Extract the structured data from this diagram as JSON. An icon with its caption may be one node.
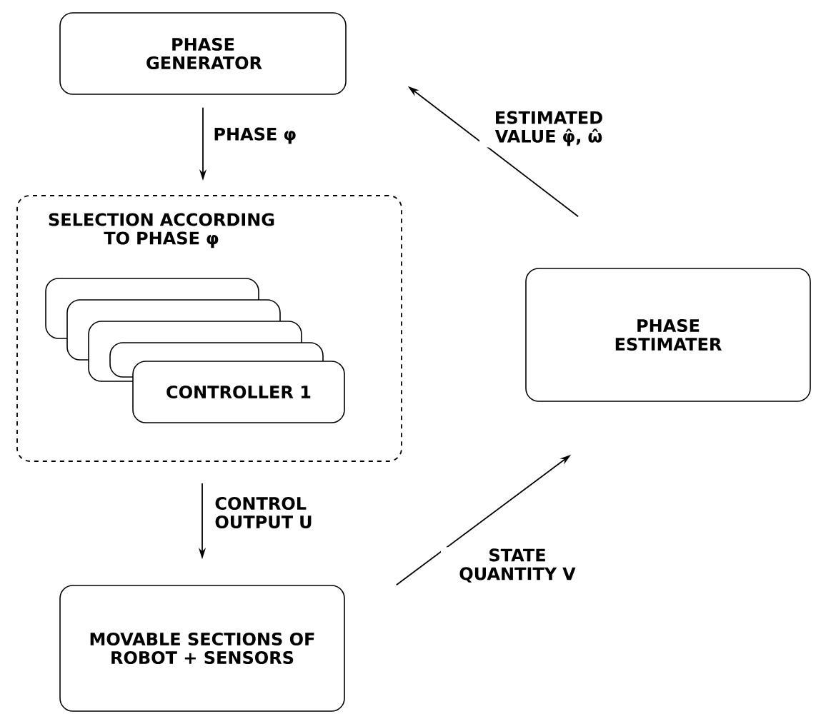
{
  "diagram": {
    "nodes": [
      {
        "text": [
          "PHASE GENERATOR"
        ]
      },
      {
        "text": [
          "SELECTION ACCORDING TO PHASE φ"
        ]
      },
      {
        "text": [],
        "shape": "box",
        "in": 1
      },
      {
        "text": [],
        "shape": "box",
        "in": 1
      },
      {
        "text": [],
        "shape": "box",
        "in": 1
      },
      {
        "text": [],
        "shape": "box",
        "in": 1
      },
      {
        "text": [
          "CONTROLLER 1"
        ],
        "in": 1
      },
      {
        "text": [
          "PHASE ESTIMATER"
        ]
      },
      {
        "text": [
          "MOVABLE SECTIONS OF ROBOT + SENSORS"
        ]
      }
    ],
    "edges": [
      {
        "from": 0,
        "to": 1,
        "arrow": "to",
        "label": "PHASE φ"
      },
      {
        "from": 1,
        "to": 8,
        "arrow": "to",
        "label": "CONTROL OUTPUT U"
      },
      {
        "from": 8,
        "to": 7,
        "arrow": "to",
        "label": "STATE QUANTITY V"
      },
      {
        "from": 7,
        "to": 0,
        "arrow": "to",
        "label": "ESTIMATED VALUE φ̂, ω̂"
      }
    ]
  }
}
